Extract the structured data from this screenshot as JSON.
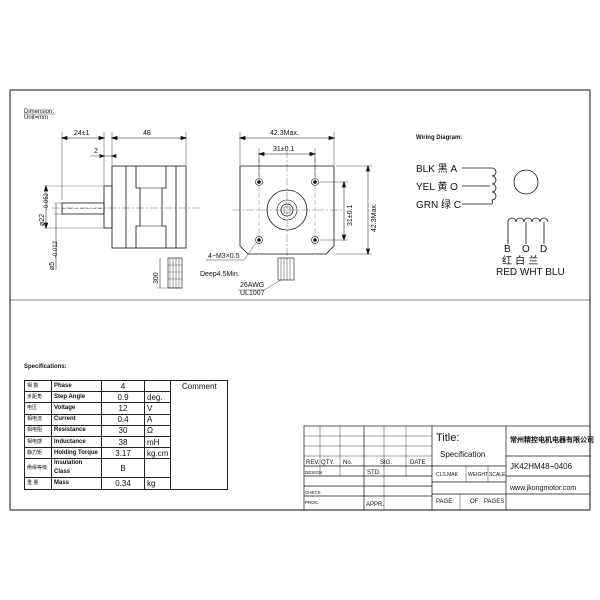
{
  "dimension_note": {
    "line1": "Dimension:",
    "line2": "Unit=mm"
  },
  "side_view": {
    "dim_24": "24±1",
    "dim_48": "48",
    "dim_2": "2",
    "dim_shaft": "ø22",
    "dim_shaft_tol": "-0.052",
    "dim_5": "ø5",
    "dim_5_tol": "-0.012",
    "dim_300": "300"
  },
  "front_view": {
    "dim_423_top": "42.3Max.",
    "dim_31_top": "31±0.1",
    "dim_31_side": "31±0.1",
    "dim_423_side": "42.3Max.",
    "screw_line1": "4−M3×0.5",
    "screw_line2": "Deep4.5Min.",
    "wire_line1": "26AWG",
    "wire_line2": "UL1007"
  },
  "wiring": {
    "title": "Wiring Diagram:",
    "left": [
      {
        "label": "BLK",
        "cn": "黑",
        "pin": "A"
      },
      {
        "label": "YEL",
        "cn": "黄",
        "pin": "O"
      },
      {
        "label": "GRN",
        "cn": "绿",
        "pin": "C"
      }
    ],
    "bottom_pins": [
      "B",
      "O",
      "D"
    ],
    "bottom_cn": "红 白 兰",
    "bottom_colors": "RED WHT BLU"
  },
  "specifications": {
    "title": "Specifications:",
    "comment_header": "Comment",
    "rows": [
      {
        "cn": "相  数",
        "name": "Phase",
        "value": "4",
        "unit": ""
      },
      {
        "cn": "步距角",
        "name": "Step Angle",
        "value": "0.9",
        "unit": "deg."
      },
      {
        "cn": "电压",
        "name": "Voltage",
        "value": "12",
        "unit": "V"
      },
      {
        "cn": "相电流",
        "name": "Current",
        "value": "0.4",
        "unit": "A"
      },
      {
        "cn": "相电阻",
        "name": "Resistance",
        "value": "30",
        "unit": "Ω"
      },
      {
        "cn": "相电感",
        "name": "Inductance",
        "value": "38",
        "unit": "mH"
      },
      {
        "cn": "静力矩",
        "name": "Holding Torque",
        "value": "3.17",
        "unit": "kg.cm"
      },
      {
        "cn": "绝缘等级",
        "name": "Insulation Class",
        "value": "B",
        "unit": ""
      },
      {
        "cn": "重  量",
        "name": "Mass",
        "value": "0.34",
        "unit": "kg"
      }
    ]
  },
  "title_block": {
    "title_label": "Title:",
    "title_value": "Specification",
    "company": "常州精控电机电器有限公司",
    "model": "JK42HM48−0406",
    "website": "www.jkongmotor.com",
    "rev": "REV.",
    "qty": "QTY.",
    "no": "No.",
    "sig": "SIG.",
    "date": "DATE",
    "design": "DESIGN",
    "std": "STD.",
    "check": "CHECK",
    "proc": "PROC.",
    "appr": "APPR.",
    "cls_mak": "CLS.MAK",
    "weight": "WEIGHT",
    "scale": "SCALE",
    "page": "PAGE:",
    "of": "OF",
    "pages": "PAGES"
  }
}
